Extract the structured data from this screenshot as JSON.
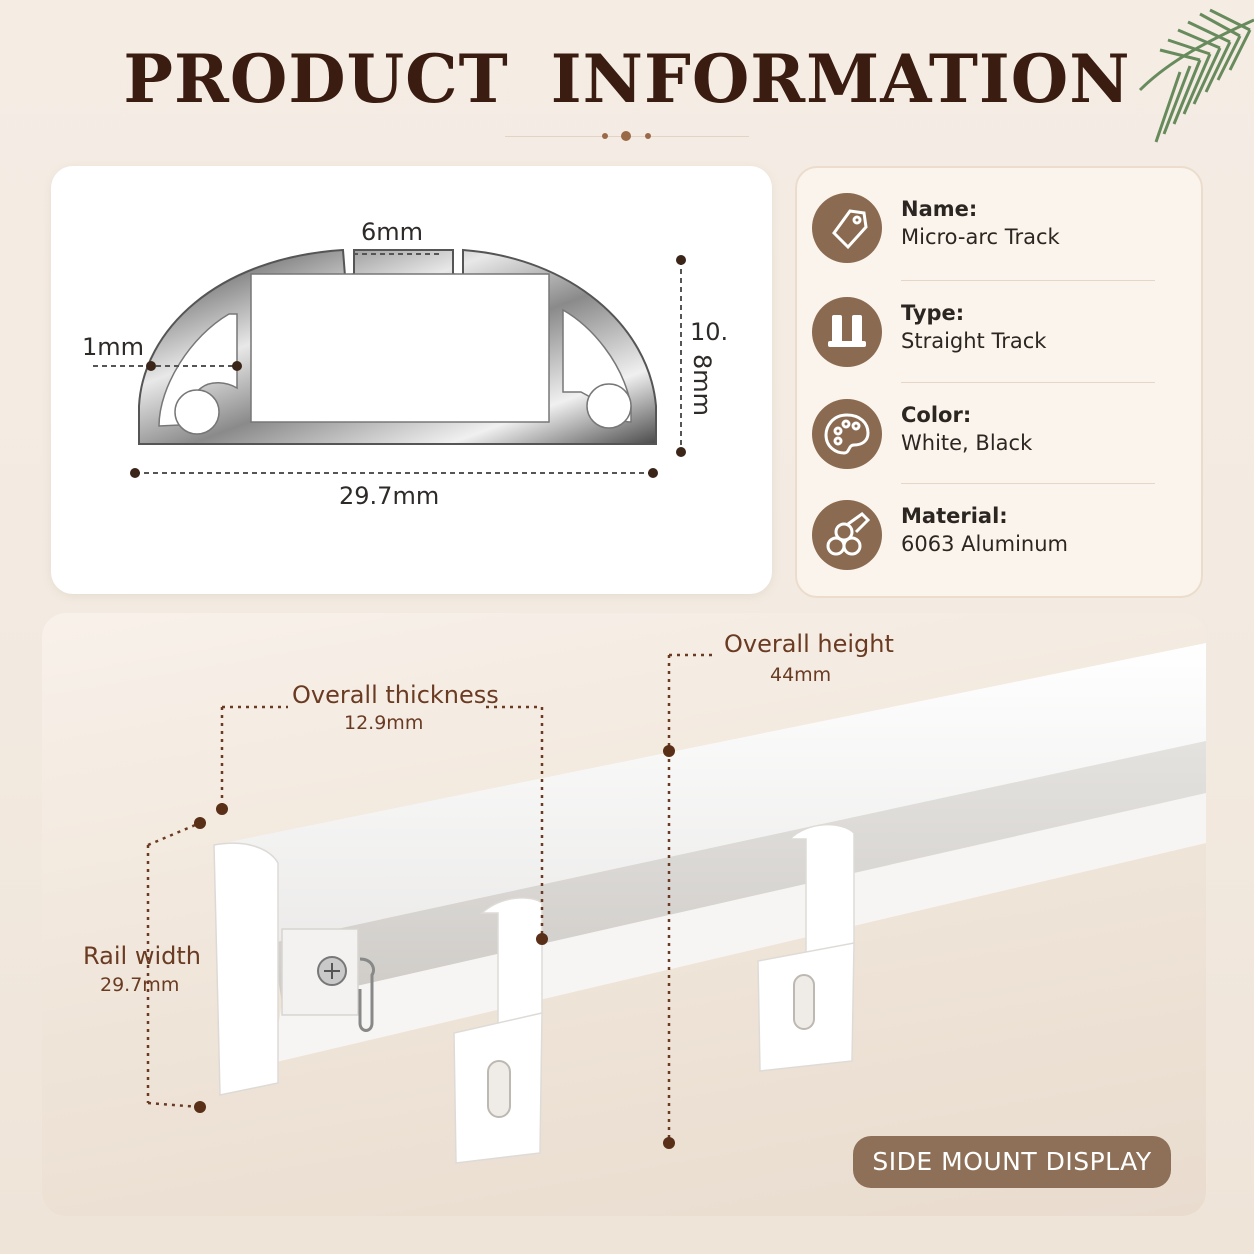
{
  "header": {
    "title": "PRODUCT INFORMATION"
  },
  "profile_diagram": {
    "gap_label": "6mm",
    "wall_label": "1mm",
    "height_label_line1": "10.",
    "height_label_line2": "8mm",
    "width_label": "29.7mm"
  },
  "specs": [
    {
      "label": "Name:",
      "value": "Micro-arc Track",
      "icon": "tag-icon"
    },
    {
      "label": "Type:",
      "value": "Straight Track",
      "icon": "track-icon"
    },
    {
      "label": "Color:",
      "value": "White, Black",
      "icon": "palette-icon"
    },
    {
      "label": "Material:",
      "value": "6063 Aluminum",
      "icon": "material-bars-icon"
    }
  ],
  "measurements": {
    "height": {
      "title": "Overall height",
      "value": "44mm"
    },
    "thickness": {
      "title": "Overall thickness",
      "value": "12.9mm"
    },
    "width": {
      "title": "Rail width",
      "value": "29.7mm"
    }
  },
  "badge": {
    "label": "SIDE MOUNT DISPLAY"
  },
  "colors": {
    "title": "#3a1c10",
    "accent_brown": "#8e7058",
    "measure_line": "#6a3b22",
    "background": "#f3ebe2"
  }
}
